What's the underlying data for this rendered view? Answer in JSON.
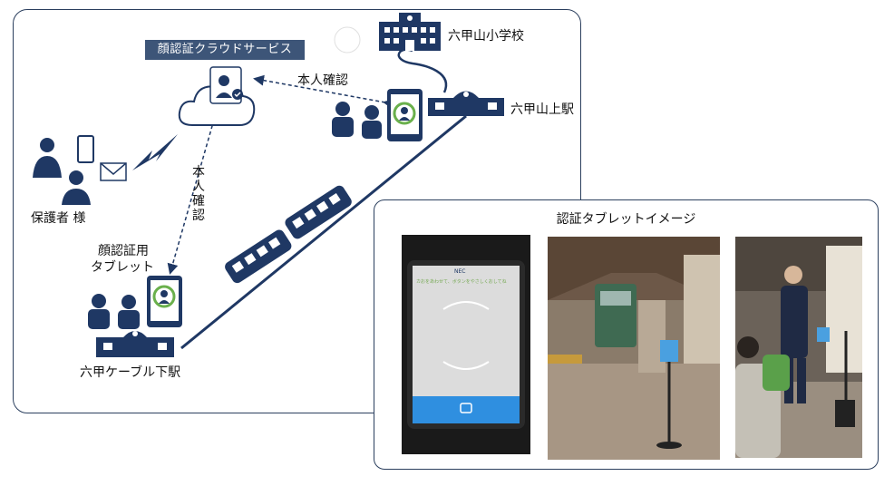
{
  "diagram": {
    "cloud_service_label": "顔認証クラウドサービス",
    "identity_check_label": "本人確認",
    "vertical_identity_check_chars": [
      "本",
      "人",
      "確",
      "認"
    ],
    "guardian_label": "保護者 様",
    "tablet_label_line1": "顔認証用",
    "tablet_label_line2": "タブレット",
    "lower_station_label": "六甲ケーブル下駅",
    "upper_station_label": "六甲山上駅",
    "school_label": "六甲山小学校"
  },
  "inset": {
    "title": "認証タブレットイメージ",
    "tablet_brand": "NEC",
    "tablet_prompt": "カおをあわせて、ボタンをやさしくおしてね"
  },
  "colors": {
    "navy": "#1f3864",
    "title_bg": "#3d5578",
    "frame": "#2b3f5e",
    "green_ring": "#6ab04c"
  }
}
